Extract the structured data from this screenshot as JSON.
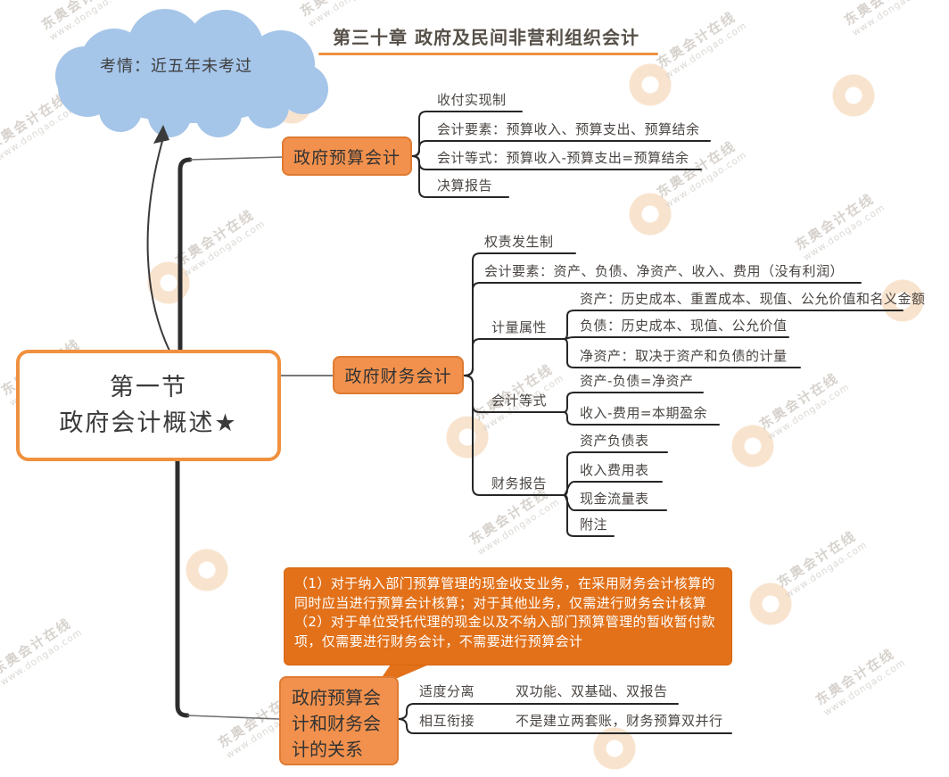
{
  "title": {
    "text": "第三十章 政府及民间非营利组织会计"
  },
  "cloud": {
    "text": "考情：近五年未考过"
  },
  "central": {
    "line1": "第一节",
    "line2": "政府会计概述★"
  },
  "budget": {
    "label": "政府预算会计",
    "children": [
      "收付实现制",
      "会计要素：预算收入、预算支出、预算结余",
      "会计等式：预算收入-预算支出=预算结余",
      "决算报告"
    ]
  },
  "finance": {
    "label": "政府财务会计",
    "basis": "权责发生制",
    "elements": "会计要素：资产、负债、净资产、收入、费用（没有利润）",
    "measure": {
      "label": "计量属性",
      "children": [
        "资产：历史成本、重置成本、现值、公允价值和名义金额",
        "负债：历史成本、现值、公允价值",
        "净资产：取决于资产和负债的计量"
      ]
    },
    "equation": {
      "label": "会计等式",
      "children": [
        "资产-负债=净资产",
        "收入-费用=本期盈余"
      ]
    },
    "report": {
      "label": "财务报告",
      "children": [
        "资产负债表",
        "收入费用表",
        "现金流量表",
        "附注"
      ]
    }
  },
  "note": {
    "p1": "（1）对于纳入部门预算管理的现金收支业务，在采用财务会计核算的同时应当进行预算会计核算；对于其他业务，仅需进行财务会计核算",
    "p2": "（2）对于单位受托代理的现金以及不纳入部门预算管理的暂收暂付款项，仅需要进行财务会计，不需要进行预算会计"
  },
  "relation": {
    "label": "政府预算会计和财务会计的关系",
    "rows": [
      {
        "key": "适度分离",
        "value": "双功能、双基础、双报告"
      },
      {
        "key": "相互衔接",
        "value": "不是建立两套账，财务预算双并行"
      }
    ]
  },
  "watermark": {
    "brand": "东奥会计在线",
    "url": "www.dongao.com"
  },
  "colors": {
    "node_orange": "#F2914D",
    "note_orange": "#E2711A",
    "cloud_blue": "#A5C5E9",
    "accent": "#F0913F",
    "line_dark": "#2d2d2d"
  }
}
